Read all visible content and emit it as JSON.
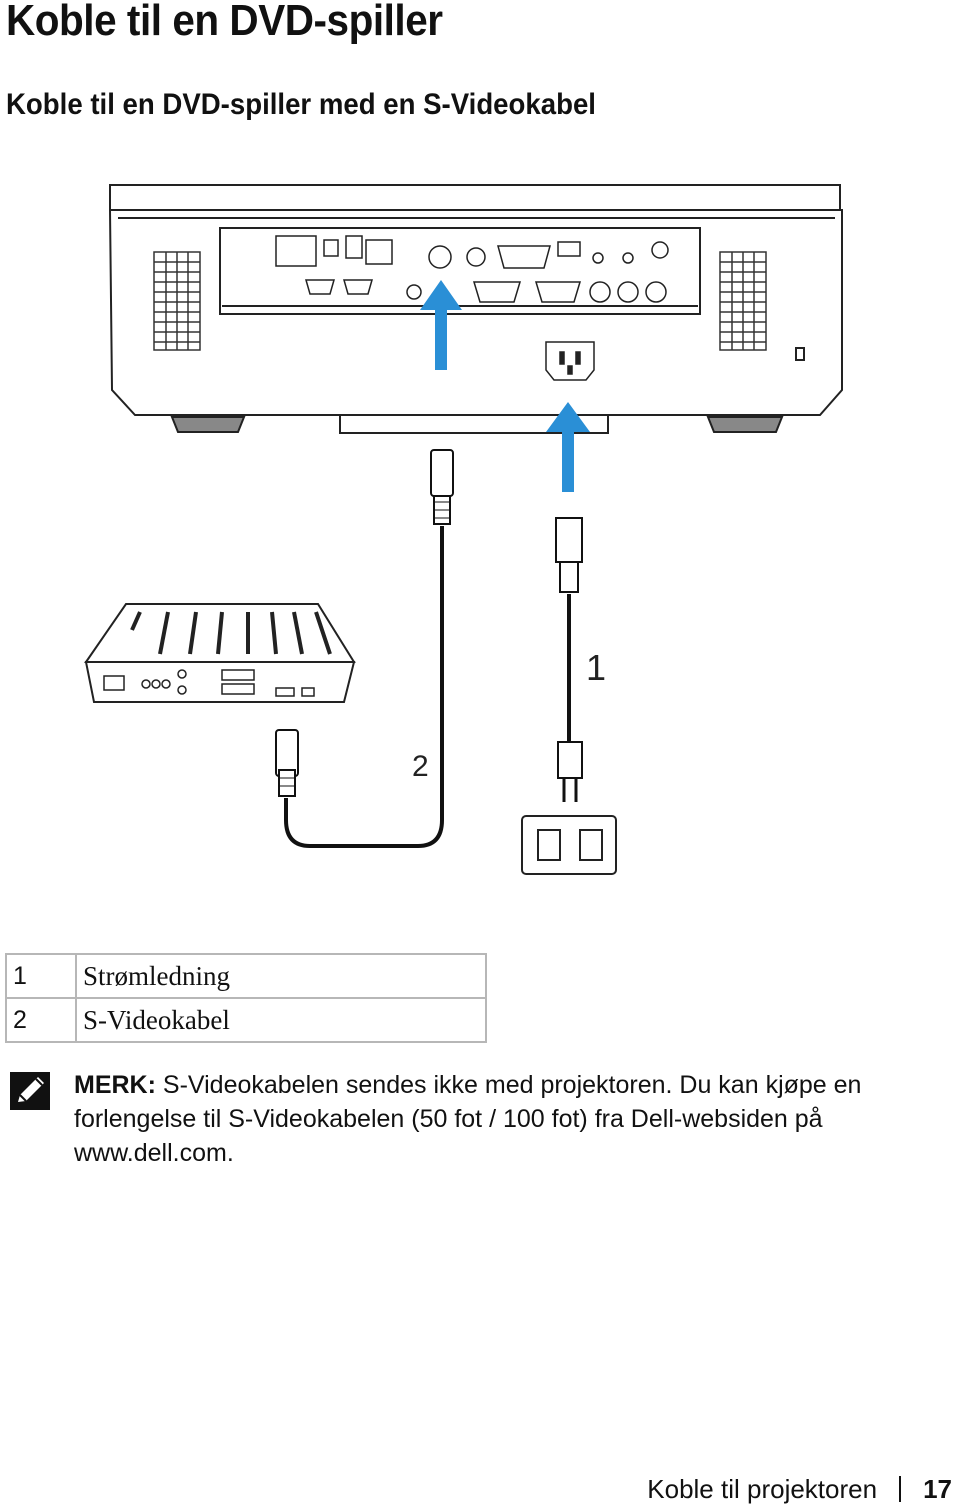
{
  "page": {
    "title": "Koble til en DVD-spiller",
    "subtitle": "Koble til en DVD-spiller med en S-Videokabel"
  },
  "diagram": {
    "callout_1": "1",
    "callout_2": "2",
    "arrow_color": "#2a8fd6"
  },
  "legend": [
    {
      "number": "1",
      "label": "Strømledning"
    },
    {
      "number": "2",
      "label": "S-Videokabel"
    }
  ],
  "note": {
    "label": "MERK:",
    "text": "S-Videokabelen sendes ikke med projektoren. Du kan kjøpe en forlengelse til S-Videokabelen (50 fot / 100 fot) fra Dell-websiden på",
    "link": "www.dell.com",
    "end": "."
  },
  "footer": {
    "section": "Koble til projektoren",
    "page_number": "17"
  }
}
